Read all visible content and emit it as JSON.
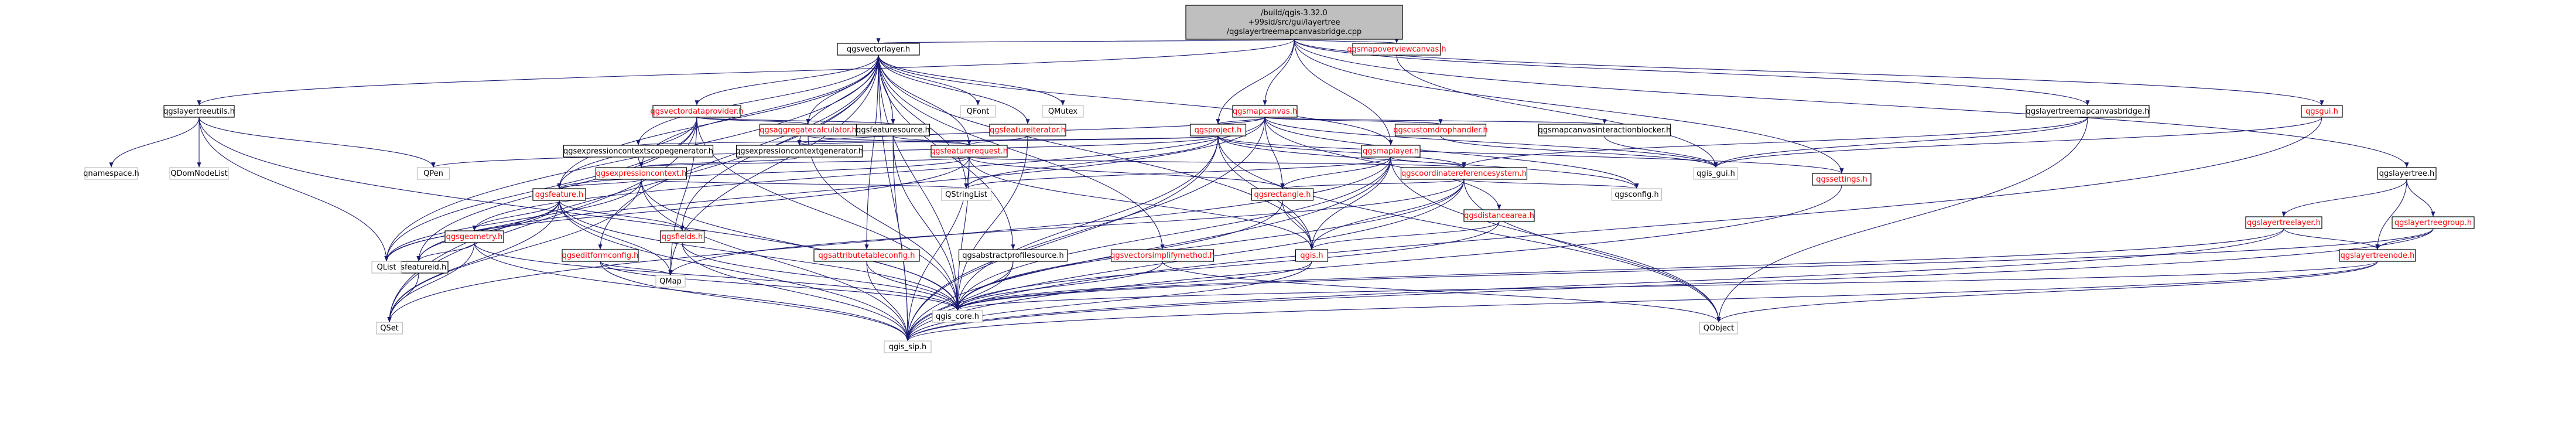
{
  "graph": {
    "title": "",
    "colors": {
      "edge": "#191970",
      "root_fill": "#bfbfbf",
      "root_border": "#000000",
      "node_border": "#000000",
      "node_border_external": "#bfbfbf",
      "text_normal": "#000000",
      "text_link": "#ff0000",
      "node_fill": "#ffffff"
    },
    "nodes": [
      {
        "id": "root",
        "label": [
          "/build/qgis-3.32.0",
          "+99sid/src/gui/layertree",
          "/qgslayertreemapcanvasbridge.cpp"
        ],
        "style": "root"
      },
      {
        "id": "qgsvectorlayer",
        "label": [
          "qgsvectorlayer.h"
        ],
        "style": "normal"
      },
      {
        "id": "qgsmapoverviewcanvas",
        "label": [
          "qgsmapoverviewcanvas.h"
        ],
        "style": "link"
      },
      {
        "id": "qgslayertreeutils",
        "label": [
          "qgslayertreeutils.h"
        ],
        "style": "normal"
      },
      {
        "id": "qgsvectordataprovider",
        "label": [
          "qgsvectordataprovider.h"
        ],
        "style": "link"
      },
      {
        "id": "qgsmapcanvas",
        "label": [
          "qgsmapcanvas.h"
        ],
        "style": "link"
      },
      {
        "id": "qgslayertreemapcanvasbridge",
        "label": [
          "qgslayertreemapcanvasbridge.h"
        ],
        "style": "normal"
      },
      {
        "id": "qgsgui",
        "label": [
          "qgsgui.h"
        ],
        "style": "link"
      },
      {
        "id": "qgslayertree",
        "label": [
          "qgslayertree.h"
        ],
        "style": "normal"
      },
      {
        "id": "qgsaggregatecalculator",
        "label": [
          "qgsaggregatecalculator.h"
        ],
        "style": "link"
      },
      {
        "id": "qgsfeaturesource",
        "label": [
          "qgsfeaturesource.h"
        ],
        "style": "normal"
      },
      {
        "id": "qfont",
        "label": [
          "QFont"
        ],
        "style": "external"
      },
      {
        "id": "qmutex",
        "label": [
          "QMutex"
        ],
        "style": "external"
      },
      {
        "id": "qgsfeatureiterator",
        "label": [
          "qgsfeatureiterator.h"
        ],
        "style": "link"
      },
      {
        "id": "qgscustomdrophandler",
        "label": [
          "qgscustomdrophandler.h"
        ],
        "style": "link"
      },
      {
        "id": "qgsmapcanvasinteractionblocker",
        "label": [
          "qgsmapcanvasinteractionblocker.h"
        ],
        "style": "normal"
      },
      {
        "id": "qgsproject",
        "label": [
          "qgsproject.h"
        ],
        "style": "link"
      },
      {
        "id": "qgsmaplayer",
        "label": [
          "qgsmaplayer.h"
        ],
        "style": "link"
      },
      {
        "id": "qgssettings",
        "label": [
          "qgssettings.h"
        ],
        "style": "link"
      },
      {
        "id": "qgsfeaturerequest",
        "label": [
          "qgsfeaturerequest.h"
        ],
        "style": "link"
      },
      {
        "id": "qgsexpressioncontextscopegenerator",
        "label": [
          "qgsexpressioncontextscopegenerator.h"
        ],
        "style": "normal"
      },
      {
        "id": "qgsexpressioncontextgenerator",
        "label": [
          "qgsexpressioncontextgenerator.h"
        ],
        "style": "normal"
      },
      {
        "id": "qgsexpressioncontext",
        "label": [
          "qgsexpressioncontext.h"
        ],
        "style": "link"
      },
      {
        "id": "qgscoordinatereferencesystem",
        "label": [
          "qgscoordinatereferencesystem.h"
        ],
        "style": "link"
      },
      {
        "id": "qgsfeature",
        "label": [
          "qgsfeature.h"
        ],
        "style": "link"
      },
      {
        "id": "qgseditformconfig",
        "label": [
          "qgseditformconfig.h"
        ],
        "style": "link"
      },
      {
        "id": "qstringlist",
        "label": [
          "QStringList"
        ],
        "style": "external"
      },
      {
        "id": "qgsrectangle",
        "label": [
          "qgsrectangle.h"
        ],
        "style": "link"
      },
      {
        "id": "qgsdistancearea",
        "label": [
          "qgsdistancearea.h"
        ],
        "style": "link"
      },
      {
        "id": "qgsconfig",
        "label": [
          "qgsconfig.h"
        ],
        "style": "external"
      },
      {
        "id": "qgslayertreelayer",
        "label": [
          "qgslayertreelayer.h"
        ],
        "style": "link"
      },
      {
        "id": "qgslayertreegroup",
        "label": [
          "qgslayertreegroup.h"
        ],
        "style": "link"
      },
      {
        "id": "qgsgeometry",
        "label": [
          "qgsgeometry.h"
        ],
        "style": "link"
      },
      {
        "id": "qgsfields",
        "label": [
          "qgsfields.h"
        ],
        "style": "link"
      },
      {
        "id": "qgsattributetableconfig",
        "label": [
          "qgsattributetableconfig.h"
        ],
        "style": "link"
      },
      {
        "id": "qgsabstractprofilesource",
        "label": [
          "qgsabstractprofilesource.h"
        ],
        "style": "normal"
      },
      {
        "id": "qgsvectorsimplifymethod",
        "label": [
          "qgsvectorsimplifymethod.h"
        ],
        "style": "link"
      },
      {
        "id": "qgis",
        "label": [
          "qgis.h"
        ],
        "style": "link"
      },
      {
        "id": "qgslayertreenode",
        "label": [
          "qgslayertreenode.h"
        ],
        "style": "link"
      },
      {
        "id": "qgsfeatureid",
        "label": [
          "qgsfeatureid.h"
        ],
        "style": "normal"
      },
      {
        "id": "qnamespace",
        "label": [
          "qnamespace.h"
        ],
        "style": "external"
      },
      {
        "id": "qdomnodelist",
        "label": [
          "QDomNodeList"
        ],
        "style": "external"
      },
      {
        "id": "qpen",
        "label": [
          "QPen"
        ],
        "style": "external"
      },
      {
        "id": "qlist",
        "label": [
          "QList"
        ],
        "style": "external"
      },
      {
        "id": "qmap",
        "label": [
          "QMap"
        ],
        "style": "external"
      },
      {
        "id": "qgis_core",
        "label": [
          "qgis_core.h"
        ],
        "style": "external"
      },
      {
        "id": "qgis_gui",
        "label": [
          "qgis_gui.h"
        ],
        "style": "external"
      },
      {
        "id": "qobject",
        "label": [
          "QObject"
        ],
        "style": "external"
      },
      {
        "id": "qset",
        "label": [
          "QSet"
        ],
        "style": "external"
      },
      {
        "id": "qgis_sip",
        "label": [
          "qgis_sip.h"
        ],
        "style": "external"
      }
    ],
    "edges": [
      [
        "root",
        "qgsvectorlayer"
      ],
      [
        "root",
        "qgsmapoverviewcanvas"
      ],
      [
        "root",
        "qgslayertreeutils"
      ],
      [
        "root",
        "qgsmapcanvas"
      ],
      [
        "root",
        "qgslayertreemapcanvasbridge"
      ],
      [
        "root",
        "qgsgui"
      ],
      [
        "root",
        "qgslayertree"
      ],
      [
        "root",
        "qgsproject"
      ],
      [
        "root",
        "qgsmaplayer"
      ],
      [
        "root",
        "qgssettings"
      ],
      [
        "qgsvectorlayer",
        "qgsvectordataprovider"
      ],
      [
        "qgsvectorlayer",
        "qgsaggregatecalculator"
      ],
      [
        "qgsvectorlayer",
        "qgsfeaturesource"
      ],
      [
        "qgsvectorlayer",
        "qfont"
      ],
      [
        "qgsvectorlayer",
        "qmutex"
      ],
      [
        "qgsvectorlayer",
        "qgsfeatureiterator"
      ],
      [
        "qgsvectorlayer",
        "qgsmaplayer"
      ],
      [
        "qgsvectorlayer",
        "qgsfeaturerequest"
      ],
      [
        "qgsvectorlayer",
        "qgsexpressioncontextscopegenerator"
      ],
      [
        "qgsvectorlayer",
        "qgsexpressioncontextgenerator"
      ],
      [
        "qgsvectorlayer",
        "qgsexpressioncontext"
      ],
      [
        "qgsvectorlayer",
        "qgsfeature"
      ],
      [
        "qgsvectorlayer",
        "qgseditformconfig"
      ],
      [
        "qgsvectorlayer",
        "qstringlist"
      ],
      [
        "qgsvectorlayer",
        "qgsfields"
      ],
      [
        "qgsvectorlayer",
        "qgsattributetableconfig"
      ],
      [
        "qgsvectorlayer",
        "qgsabstractprofilesource"
      ],
      [
        "qgsvectorlayer",
        "qgsvectorsimplifymethod"
      ],
      [
        "qgsvectorlayer",
        "qgis"
      ],
      [
        "qgsvectorlayer",
        "qlist"
      ],
      [
        "qgsvectorlayer",
        "qmap"
      ],
      [
        "qgsvectorlayer",
        "qgis_core"
      ],
      [
        "qgsvectorlayer",
        "qset"
      ],
      [
        "qgsvectorlayer",
        "qgis_sip"
      ],
      [
        "qgsmapoverviewcanvas",
        "qgis_gui"
      ],
      [
        "qgslayertreeutils",
        "qnamespace"
      ],
      [
        "qgslayertreeutils",
        "qdomnodelist"
      ],
      [
        "qgslayertreeutils",
        "qpen"
      ],
      [
        "qgslayertreeutils",
        "qlist"
      ],
      [
        "qgslayertreeutils",
        "qgis_core"
      ],
      [
        "qgsvectordataprovider",
        "qgsfeaturesource"
      ],
      [
        "qgsvectordataprovider",
        "qgsaggregatecalculator"
      ],
      [
        "qgsvectordataprovider",
        "qgsfeature"
      ],
      [
        "qgsvectordataprovider",
        "qgsfeatureid"
      ],
      [
        "qgsvectordataprovider",
        "qlist"
      ],
      [
        "qgsvectordataprovider",
        "qgis_core"
      ],
      [
        "qgsvectordataprovider",
        "qmap"
      ],
      [
        "qgsvectordataprovider",
        "qset"
      ],
      [
        "qgsmapcanvas",
        "qgsproject"
      ],
      [
        "qgsmapcanvas",
        "qgscustomdrophandler"
      ],
      [
        "qgsmapcanvas",
        "qgsmapcanvasinteractionblocker"
      ],
      [
        "qgsmapcanvas",
        "qgsrectangle"
      ],
      [
        "qgsmapcanvas",
        "qgsexpressioncontextgenerator"
      ],
      [
        "qgsmapcanvas",
        "qgsfeatureid"
      ],
      [
        "qgsmapcanvas",
        "qgsdistancearea"
      ],
      [
        "qgsmapcanvas",
        "qgsgeometry"
      ],
      [
        "qgsmapcanvas",
        "qgis_gui"
      ],
      [
        "qgsmapcanvas",
        "qgsconfig"
      ],
      [
        "qgsmapcanvas",
        "qgis_sip"
      ],
      [
        "qgslayertreemapcanvasbridge",
        "qgis_gui"
      ],
      [
        "qgslayertreemapcanvasbridge",
        "qgscoordinatereferencesystem"
      ],
      [
        "qgslayertreemapcanvasbridge",
        "qobject"
      ],
      [
        "qgsgui",
        "qgis_gui"
      ],
      [
        "qgsgui",
        "qgis_sip"
      ],
      [
        "qgslayertree",
        "qgslayertreelayer"
      ],
      [
        "qgslayertree",
        "qgslayertreegroup"
      ],
      [
        "qgslayertree",
        "qgslayertreenode"
      ],
      [
        "qgsaggregatecalculator",
        "qgsfeaturerequest"
      ],
      [
        "qgsaggregatecalculator",
        "qgis_core"
      ],
      [
        "qgsfeaturesource",
        "qgsfeaturerequest"
      ],
      [
        "qgsfeaturesource",
        "qgis_core"
      ],
      [
        "qgsfeaturesource",
        "qgis_sip"
      ],
      [
        "qgsfeatureiterator",
        "qgsfeaturerequest"
      ],
      [
        "qgsfeatureiterator",
        "qgis_core"
      ],
      [
        "qgscustomdrophandler",
        "qgis_gui"
      ],
      [
        "qgsmapcanvasinteractionblocker",
        "qgis_gui"
      ],
      [
        "qgsproject",
        "qgsexpressioncontextscopegenerator"
      ],
      [
        "qgsproject",
        "qgsexpressioncontextgenerator"
      ],
      [
        "qgsproject",
        "qgscoordinatereferencesystem"
      ],
      [
        "qgsproject",
        "qpen"
      ],
      [
        "qgsproject",
        "qstringlist"
      ],
      [
        "qgsproject",
        "qgis"
      ],
      [
        "qgsproject",
        "qgsconfig"
      ],
      [
        "qgsproject",
        "qgis_core"
      ],
      [
        "qgsproject",
        "qobject"
      ],
      [
        "qgsproject",
        "qgis_sip"
      ],
      [
        "qgsproject",
        "qgssettings"
      ],
      [
        "qgsmaplayer",
        "qgscoordinatereferencesystem"
      ],
      [
        "qgsmaplayer",
        "qgsrectangle"
      ],
      [
        "qgsmaplayer",
        "qstringlist"
      ],
      [
        "qgsmaplayer",
        "qgis"
      ],
      [
        "qgsmaplayer",
        "qgis_core"
      ],
      [
        "qgsmaplayer",
        "qobject"
      ],
      [
        "qgsmaplayer",
        "qset"
      ],
      [
        "qgsmaplayer",
        "qgis_sip"
      ],
      [
        "qgssettings",
        "qgis_sip"
      ],
      [
        "qgsfeaturerequest",
        "qgsexpressioncontext"
      ],
      [
        "qgsfeaturerequest",
        "qgsfeature"
      ],
      [
        "qgsfeaturerequest",
        "qgsrectangle"
      ],
      [
        "qgsfeaturerequest",
        "qgscoordinatereferencesystem"
      ],
      [
        "qgsfeaturerequest",
        "qgis"
      ],
      [
        "qgsfeaturerequest",
        "qlist"
      ],
      [
        "qgsfeaturerequest",
        "qgis_core"
      ],
      [
        "qgsfeaturerequest",
        "qgis_sip"
      ],
      [
        "qgsexpressioncontextscopegenerator",
        "qgsexpressioncontext"
      ],
      [
        "qgsexpressioncontextgenerator",
        "qgsexpressioncontext"
      ],
      [
        "qgsexpressioncontext",
        "qgsfeature"
      ],
      [
        "qgsexpressioncontext",
        "qstringlist"
      ],
      [
        "qgsexpressioncontext",
        "qlist"
      ],
      [
        "qgsexpressioncontext",
        "qset"
      ],
      [
        "qgsexpressioncontext",
        "qgis_core"
      ],
      [
        "qgsexpressioncontext",
        "qgis_sip"
      ],
      [
        "qgscoordinatereferencesystem",
        "qgsrectangle"
      ],
      [
        "qgscoordinatereferencesystem",
        "qgis"
      ],
      [
        "qgscoordinatereferencesystem",
        "qgsconfig"
      ],
      [
        "qgscoordinatereferencesystem",
        "qmap"
      ],
      [
        "qgscoordinatereferencesystem",
        "qgis_core"
      ],
      [
        "qgscoordinatereferencesystem",
        "qobject"
      ],
      [
        "qgscoordinatereferencesystem",
        "qgis_sip"
      ],
      [
        "qgsfeature",
        "qgsgeometry"
      ],
      [
        "qgsfeature",
        "qgsfields"
      ],
      [
        "qgsfeature",
        "qgsfeatureid"
      ],
      [
        "qgsfeature",
        "qlist"
      ],
      [
        "qgsfeature",
        "qmap"
      ],
      [
        "qgsfeature",
        "qgis_core"
      ],
      [
        "qgsfeature",
        "qset"
      ],
      [
        "qgsfeature",
        "qgis_sip"
      ],
      [
        "qgseditformconfig",
        "qmap"
      ],
      [
        "qgseditformconfig",
        "qgis_core"
      ],
      [
        "qgseditformconfig",
        "qgis_sip"
      ],
      [
        "qgsrectangle",
        "qgis"
      ],
      [
        "qgsrectangle",
        "qgis_core"
      ],
      [
        "qgsdistancearea",
        "qgis"
      ],
      [
        "qgsdistancearea",
        "qgis_core"
      ],
      [
        "qgslayertreelayer",
        "qgslayertreenode"
      ],
      [
        "qgslayertreelayer",
        "qgis_core"
      ],
      [
        "qgslayertreelayer",
        "qgis_sip"
      ],
      [
        "qgslayertreegroup",
        "qgslayertreenode"
      ],
      [
        "qgslayertreegroup",
        "qgis_core"
      ],
      [
        "qgslayertreegroup",
        "qgis_sip"
      ],
      [
        "qgsgeometry",
        "qgsfeatureid"
      ],
      [
        "qgsgeometry",
        "qgis_core"
      ],
      [
        "qgsgeometry",
        "qset"
      ],
      [
        "qgsgeometry",
        "qgis_sip"
      ],
      [
        "qgsfields",
        "qgis_core"
      ],
      [
        "qgsfields",
        "qgis_sip"
      ],
      [
        "qgsattributetableconfig",
        "qgis_core"
      ],
      [
        "qgsattributetableconfig",
        "qgis_sip"
      ],
      [
        "qgsabstractprofilesource",
        "qgis_core"
      ],
      [
        "qgsabstractprofilesource",
        "qgis_sip"
      ],
      [
        "qgsvectorsimplifymethod",
        "qgis_core"
      ],
      [
        "qgsvectorsimplifymethod",
        "qobject"
      ],
      [
        "qgis",
        "qgis_core"
      ],
      [
        "qgis",
        "qgis_sip"
      ],
      [
        "qgslayertreenode",
        "qgis_core"
      ],
      [
        "qgslayertreenode",
        "qobject"
      ],
      [
        "qgslayertreenode",
        "qgis_sip"
      ],
      [
        "qgsfeatureid",
        "qset"
      ]
    ]
  }
}
